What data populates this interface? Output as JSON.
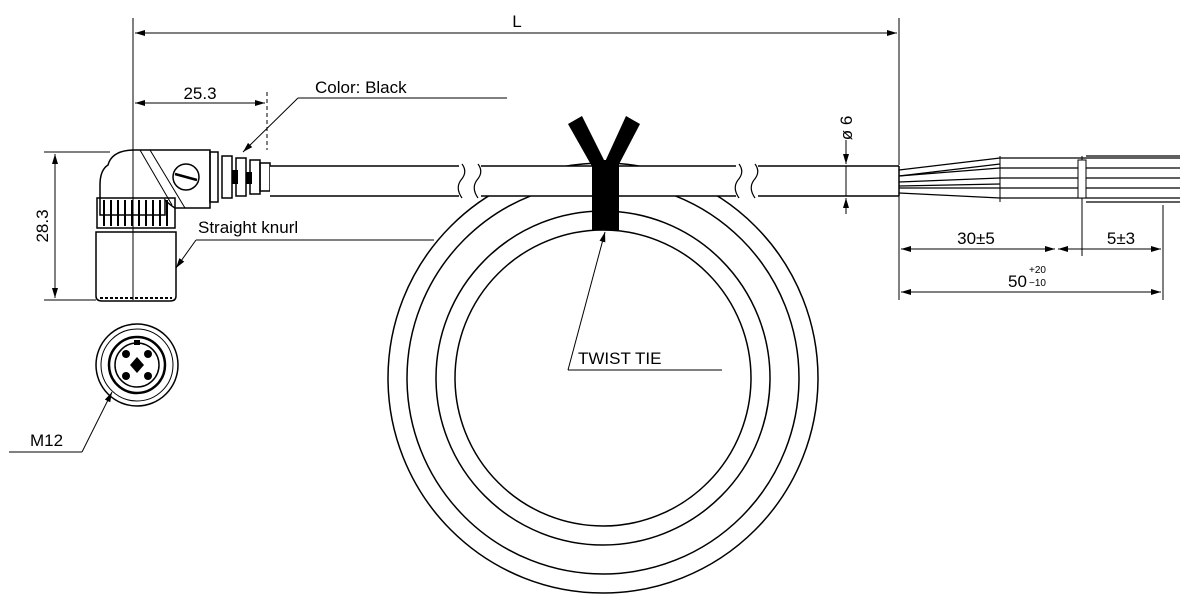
{
  "labels": {
    "length": "L",
    "dim_25_3": "25.3",
    "color": "Color: Black",
    "diameter": "ø 6",
    "dim_28_3": "28.3",
    "knurl": "Straight knurl",
    "dim_30": "30±5",
    "dim_5": "5±3",
    "dim_50_base": "50",
    "dim_50_plus": "+20",
    "dim_50_minus": "−10",
    "twist_tie": "TWIST  TIE",
    "thread": "M12"
  }
}
